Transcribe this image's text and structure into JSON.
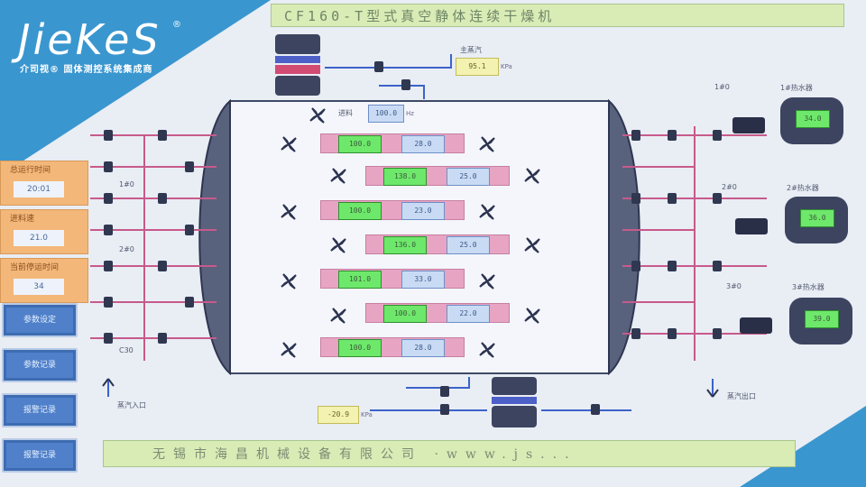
{
  "brand": {
    "logo_text": "JieKeS",
    "registered_mark": "®",
    "tagline": "介司视® 固体测控系统集成商",
    "accent_color": "#3a96cf"
  },
  "header": {
    "title": "CF160-T型式真空静体连续干燥机"
  },
  "left_panel": {
    "boxes": [
      {
        "label": "总运行时间",
        "value": "20:01"
      },
      {
        "label": "进料速",
        "value": "21.0"
      },
      {
        "label": "当前停运时间",
        "value": "34"
      }
    ],
    "nav_buttons": [
      {
        "label": "参数设定"
      },
      {
        "label": "参数记录"
      },
      {
        "label": "报警记录"
      },
      {
        "label": "报警记录"
      }
    ]
  },
  "top_feed": {
    "label": "主蒸汽",
    "value": "95.1",
    "unit": "KPa",
    "feed_label": "进料",
    "feed_value": "100.0",
    "feed_unit": "Hz"
  },
  "zones": [
    {
      "left_value": "100.0",
      "right_value": "28.0"
    },
    {
      "left_value": "138.0",
      "right_value": "25.0"
    },
    {
      "left_value": "100.0",
      "right_value": "23.0"
    },
    {
      "left_value": "136.0",
      "right_value": "25.0"
    },
    {
      "left_value": "101.0",
      "right_value": "33.0"
    },
    {
      "left_value": "100.0",
      "right_value": "22.0"
    },
    {
      "left_value": "100.0",
      "right_value": "28.0"
    }
  ],
  "heaters": [
    {
      "label": "1#热水器",
      "value": "34.0",
      "pipe_label": "1#0"
    },
    {
      "label": "2#热水器",
      "value": "36.0",
      "pipe_label": "2#0"
    },
    {
      "label": "3#热水器",
      "value": "39.0",
      "pipe_label": "3#0"
    }
  ],
  "left_labels": {
    "inlet": "蒸汽入口",
    "pipe_a": "1#0",
    "pipe_b": "2#0",
    "pipe_c": "C30"
  },
  "right_labels": {
    "outlet": "蒸汽出口"
  },
  "bottom": {
    "value": "-20.9",
    "unit": "KPa"
  },
  "footer": {
    "text": "无锡市海昌机械设备有限公司 ·www.js..."
  }
}
